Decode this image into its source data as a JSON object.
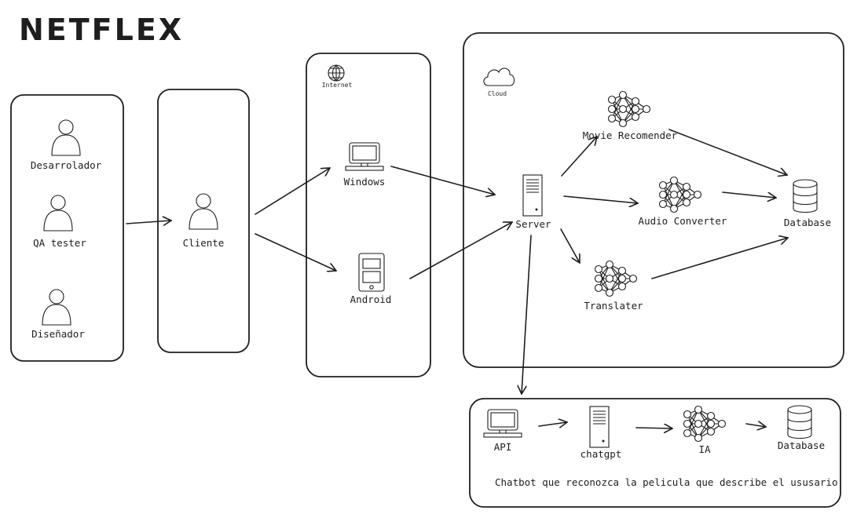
{
  "title": "NETFLEX",
  "actors": {
    "desarrollador": "Desarrolador",
    "qa": "QA tester",
    "disenador": "Diseñador",
    "cliente": "Cliente"
  },
  "internet": {
    "label": "Internet",
    "windows": "Windows",
    "android": "Android"
  },
  "cloud": {
    "label": "Cloud",
    "server": "Server",
    "movie_recommender": "Movie Recomender",
    "audio_converter": "Audio Converter",
    "translater": "Translater",
    "database": "Database"
  },
  "chatbot": {
    "api": "API",
    "chatgpt": "chatgpt",
    "ia": "IA",
    "database": "Database",
    "description": "Chatbot que reconozca la pelicula que describe el ususario"
  }
}
